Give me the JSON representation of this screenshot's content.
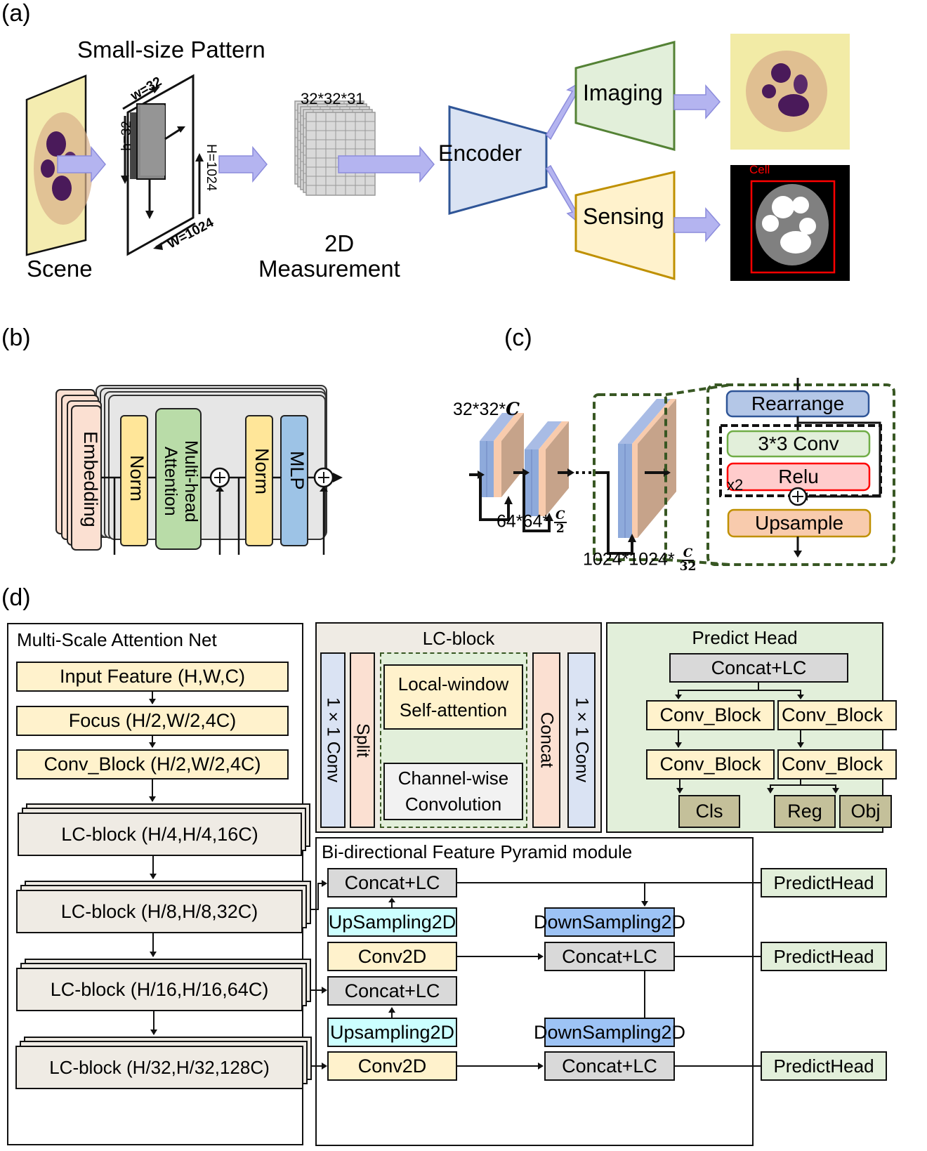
{
  "panels": {
    "a": {
      "label": "(a)",
      "pattern_title": "Small-size Pattern",
      "scene_label": "Scene",
      "small_w": "w=32",
      "small_h": "h=32",
      "big_H": "H=1024",
      "big_W": "W=1024",
      "measurement_size": "32*32*31",
      "measurement_label_1": "2D",
      "measurement_label_2": "Measurement",
      "encoder": "Encoder",
      "imaging": "Imaging",
      "sensing": "Sensing",
      "cell_tag": "Cell"
    },
    "b": {
      "label": "(b)",
      "embedding": "Embedding",
      "norm1": "Norm",
      "attention": "Multi-head Attention",
      "norm2": "Norm",
      "mlp": "MLP",
      "plus": "+"
    },
    "c": {
      "label": "(c)",
      "size1": "32*32*",
      "size1_var": "C",
      "size2": "64*64*",
      "size2_num": "C",
      "size2_den": "2",
      "size3": "1024*1024*",
      "size3_num": "C",
      "size3_den": "32",
      "rearrange": "Rearrange",
      "conv": "3*3 Conv",
      "relu": "Relu",
      "repeat": "x2",
      "upsample": "Upsample",
      "plus": "+"
    },
    "d": {
      "label": "(d)",
      "msan": {
        "title": "Multi-Scale Attention Net",
        "input": "Input Feature (H,W,C)",
        "focus": "Focus (H/2,W/2,4C)",
        "conv_block": "Conv_Block (H/2,W/2,4C)",
        "lc_blocks": [
          "LC-block (H/4,H/4,16C)",
          "LC-block (H/8,H/8,32C)",
          "LC-block (H/16,H/16,64C)",
          "LC-block (H/32,H/32,128C)"
        ]
      },
      "lcblock": {
        "title": "LC-block",
        "conv_in": "1×1 Conv",
        "split": "Split",
        "lwsa": "Local-window Self-attention",
        "cwc": "Channel-wise Convolution",
        "concat": "Concat",
        "conv_out": "1×1 Conv"
      },
      "predict_head": {
        "title": "Predict Head",
        "concat": "Concat+LC",
        "conv_block": "Conv_Block",
        "cls": "Cls",
        "reg": "Reg",
        "obj": "Obj"
      },
      "bifpn": {
        "title": "Bi-directional Feature Pyramid module",
        "concat": "Concat+LC",
        "upsampling_1": "UpSampling2D",
        "upsampling_2": "Upsampling2D",
        "downsampling": "DownSampling2D",
        "conv2d": "Conv2D",
        "predict_head": "PredictHead"
      }
    }
  },
  "colors": {
    "arrow_fill": "#b4b4f0",
    "arrow_stroke": "#8c8cdc",
    "encoder_fill": "#dae3f3",
    "encoder_stroke": "#2f5597",
    "imaging_fill": "#e2efda",
    "imaging_stroke": "#548235",
    "sensing_fill": "#fff2cc",
    "sensing_stroke": "#bf9000",
    "yellow_box": "#fff2cc",
    "lc_fill": "#efebe4",
    "gray_box": "#d9d9d9",
    "green_panel": "#e2efda",
    "cyan_box": "#ccffff",
    "blue_box": "#9dc3f5",
    "olive_box": "#c4c09a",
    "relu_fill": "#ffcccc",
    "relu_stroke": "#ff0000",
    "upsample_fill": "#f8cbad",
    "rearrange_fill": "#b4c7e7",
    "dash_green": "#385723"
  }
}
